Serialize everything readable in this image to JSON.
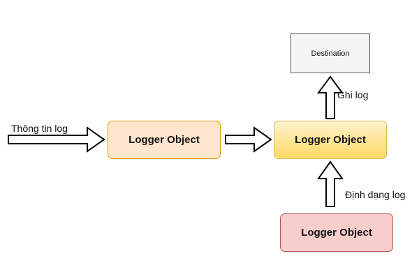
{
  "nodes": {
    "logger_left": "Logger Object",
    "logger_center": "Logger Object",
    "logger_bottom": "Logger Object",
    "destination": "Destination"
  },
  "edge_labels": {
    "input": "Thông tin log",
    "write": "Ghi log",
    "format": "Định dạng log"
  },
  "colors": {
    "logger_left_fill": "#ffe6cc",
    "logger_left_border": "#d79b00",
    "logger_center_fill": "#ffd966",
    "logger_center_border": "#d6b656",
    "logger_bottom_fill": "#f8cecc",
    "logger_bottom_border": "#b85450",
    "destination_fill": "#f5f5f5",
    "arrow_stroke": "#000000"
  }
}
